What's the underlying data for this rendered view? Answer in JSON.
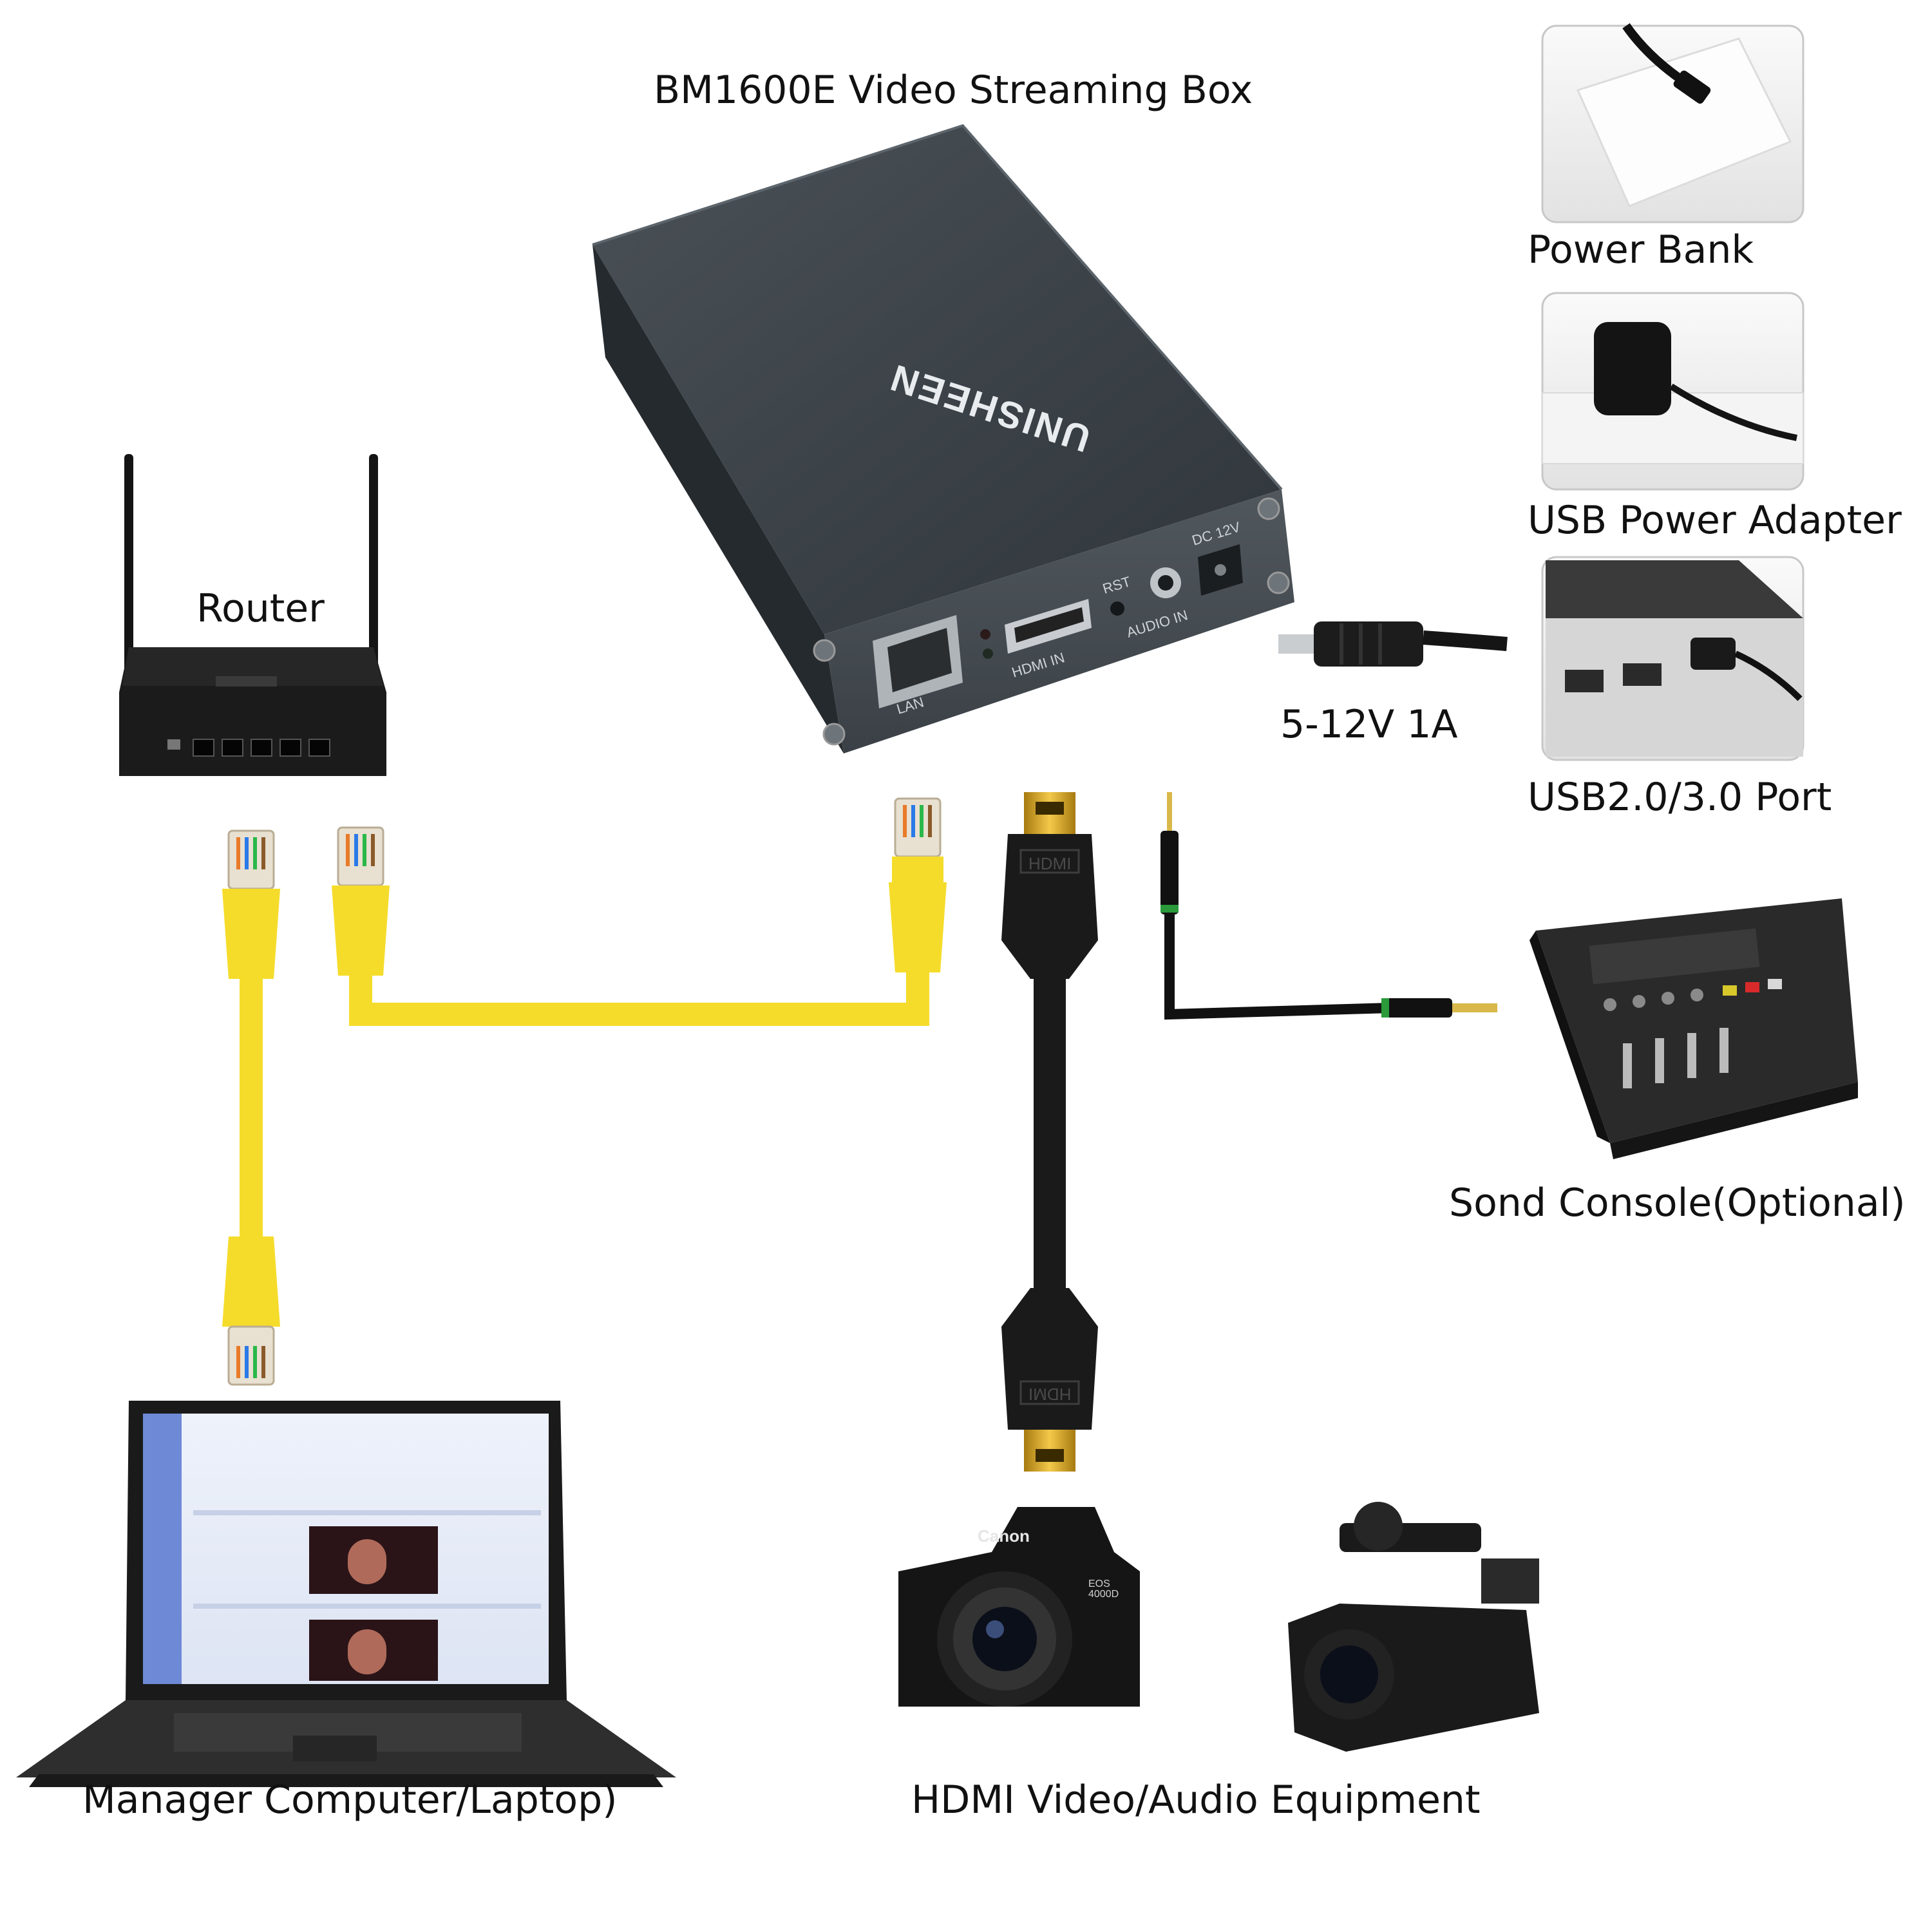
{
  "labels": {
    "title": "BM1600E Video Streaming Box",
    "router": "Router",
    "power_bank": "Power Bank",
    "usb_power_adapter": "USB Power Adapter",
    "voltage": "5-12V 1A",
    "usb_port": "USB2.0/3.0 Port",
    "sound_console": "Sond Console(Optional)",
    "laptop": "Manager Computer/Laptop)",
    "hdmi_equipment": "HDMI Video/Audio Equipment"
  },
  "device": {
    "brand": "UNISHEEN",
    "port_lan": "LAN",
    "port_hdmi": "HDMI IN",
    "port_rst": "RST",
    "port_audio": "AUDIO IN",
    "port_dc": "DC 12V"
  },
  "cable_text": {
    "hdmi_connector": "HDMI"
  },
  "camera_text": {
    "brand": "Canon",
    "model": "EOS 4000D"
  },
  "colors": {
    "ethernet_cable": "#f5dc2a",
    "box_body": "#3c4248",
    "hdmi_cable": "#1a1a1a",
    "hdmi_gold": "#d9a520"
  }
}
